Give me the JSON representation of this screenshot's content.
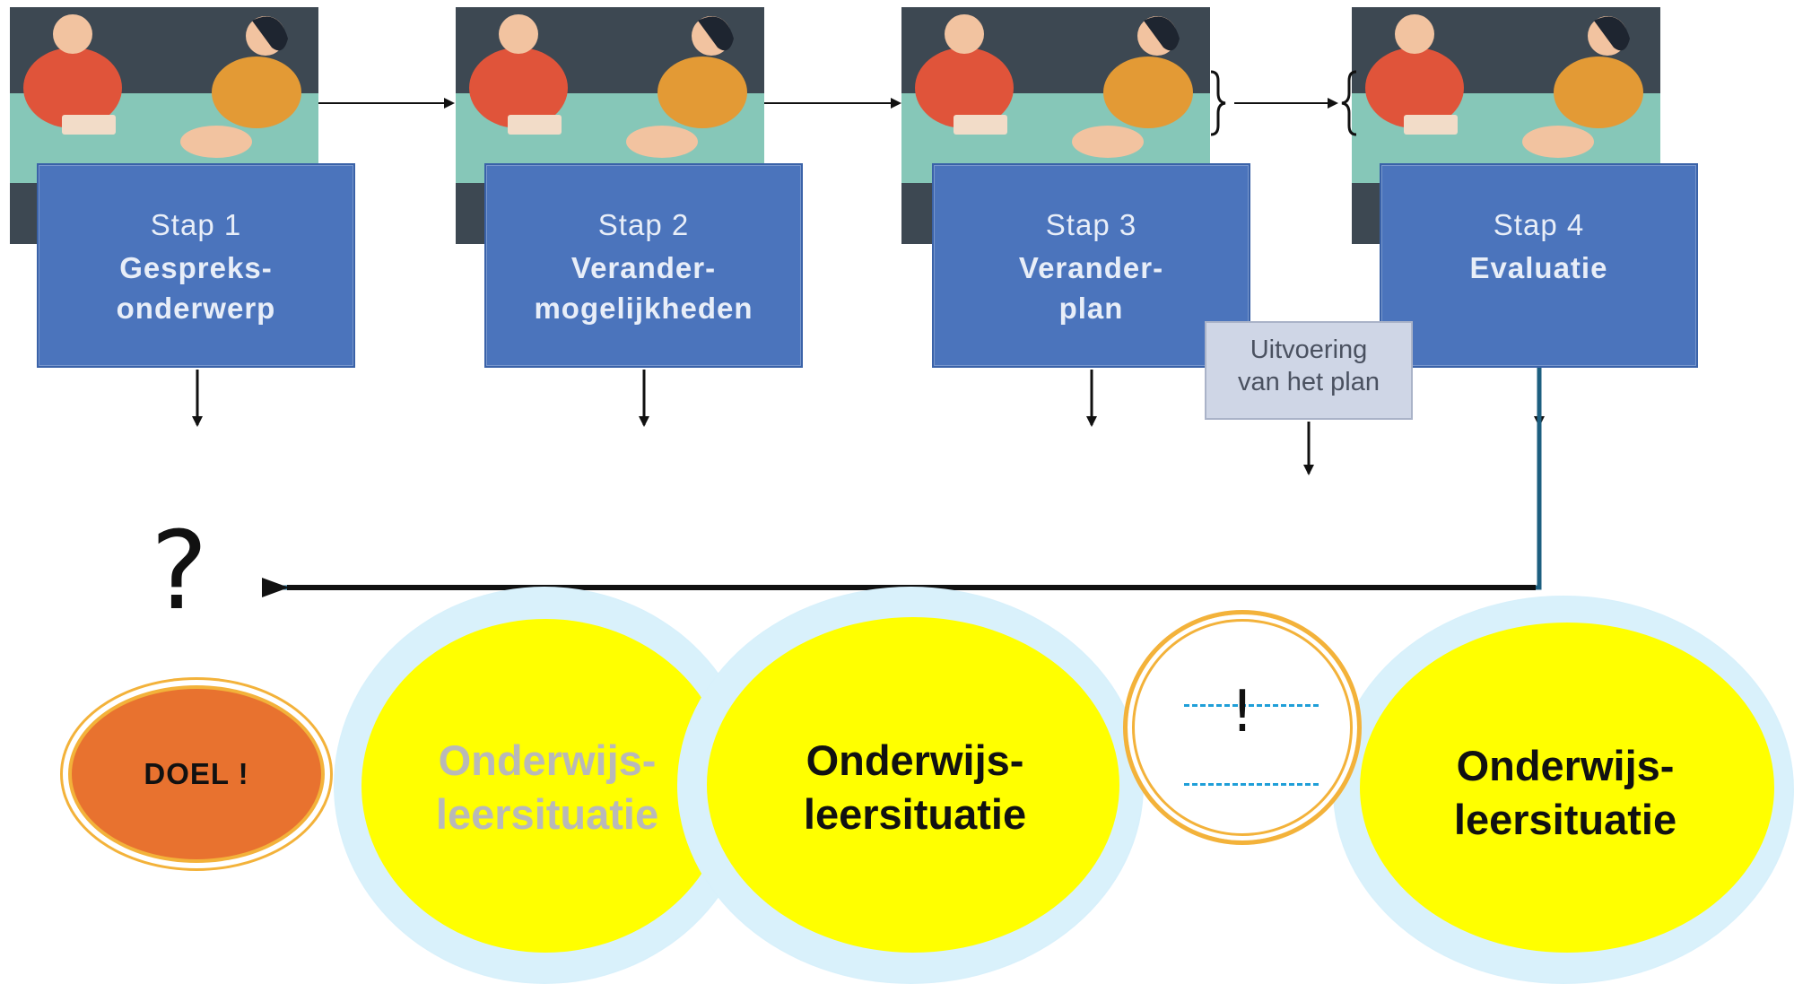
{
  "steps": [
    {
      "number": "Stap 1",
      "title": "Gespreks-\nonderwerp"
    },
    {
      "number": "Stap 2",
      "title": "Verander-\nmogelijkheden"
    },
    {
      "number": "Stap 3",
      "title": "Verander-\nplan"
    },
    {
      "number": "Stap 4",
      "title": "Evaluatie"
    }
  ],
  "execution_box": "Uitvoering\nvan het plan",
  "question_mark": "?",
  "goal_label": "DOEL !",
  "exclamation": "!",
  "situations": [
    {
      "label": "Onderwijs-\nleersituatie",
      "style": "faded"
    },
    {
      "label": "Onderwijs-\nleersituatie",
      "style": "normal"
    },
    {
      "label": "Onderwijs-\nleersituatie",
      "style": "normal"
    }
  ],
  "colors": {
    "step_box": "#4b74bc",
    "execution_box": "#cfd6e6",
    "goal": "#e8722f",
    "goal_ring": "#f3b23a",
    "situation_fill": "#ffff00",
    "situation_ring": "#87cfee",
    "faded_text": "#b9b9b9",
    "feedback_line": "#1d5f80"
  }
}
